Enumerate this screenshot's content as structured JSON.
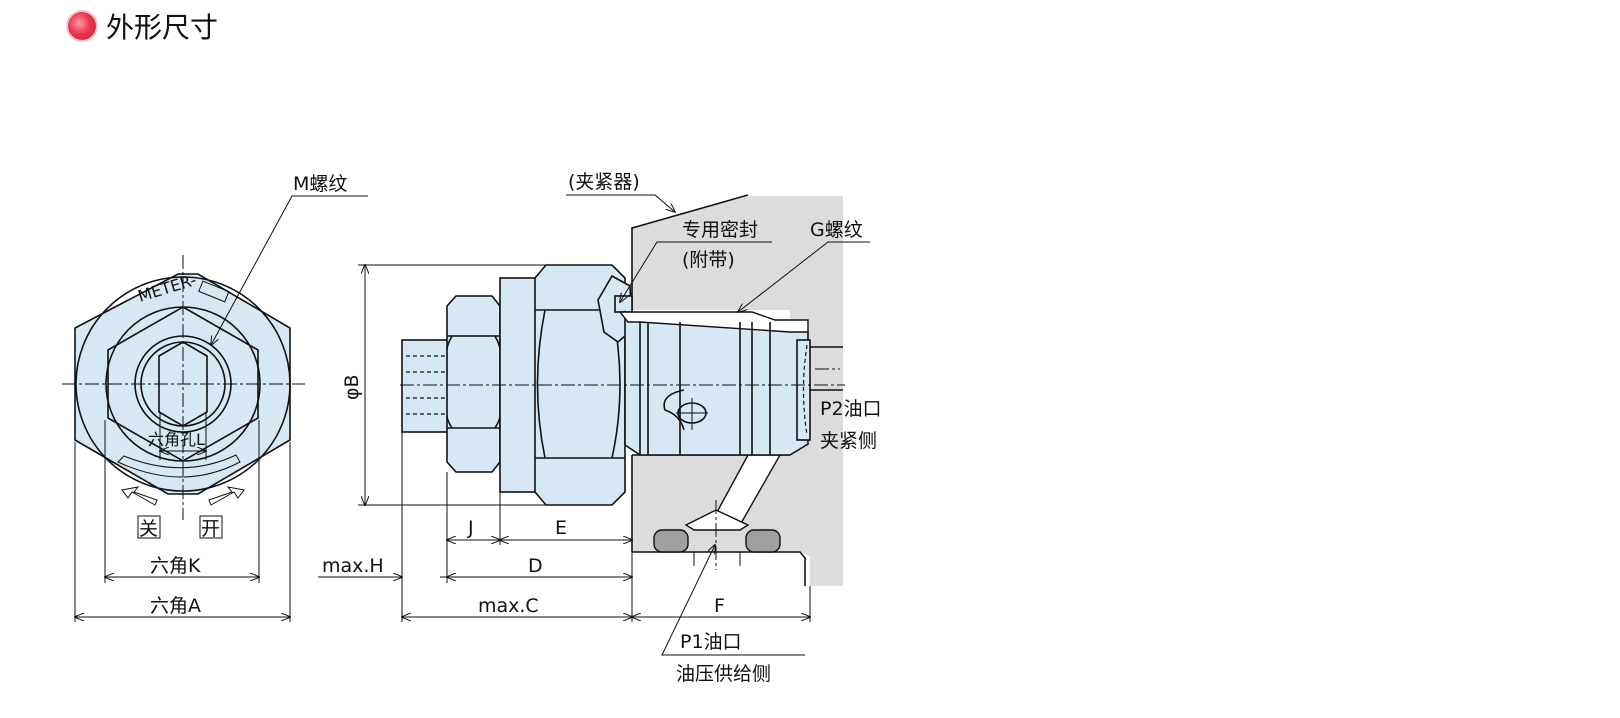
{
  "header": {
    "title": "外形尺寸",
    "bullet_color": "#e8384f"
  },
  "labels": {
    "m_thread": "M螺纹",
    "meter": "METER-",
    "hex_hole_l": "六角孔L",
    "close": "关",
    "open": "开",
    "hex_k": "六角K",
    "hex_a": "六角A",
    "phi_b": "φB",
    "clamp": "(夹紧器)",
    "seal_line1": "专用密封",
    "seal_line2": "(附带)",
    "g_thread": "G螺纹",
    "p2_line1": "P2油口",
    "p2_line2": "夹紧侧",
    "p1_line1": "P1油口",
    "p1_line2": "油压供给侧",
    "j": "J",
    "e": "E",
    "d": "D",
    "max_h": "max.H",
    "max_c": "max.C",
    "f": "F"
  },
  "colors": {
    "part_fill": "#d6e8f3",
    "clamp_fill": "#dcdcdc"
  }
}
